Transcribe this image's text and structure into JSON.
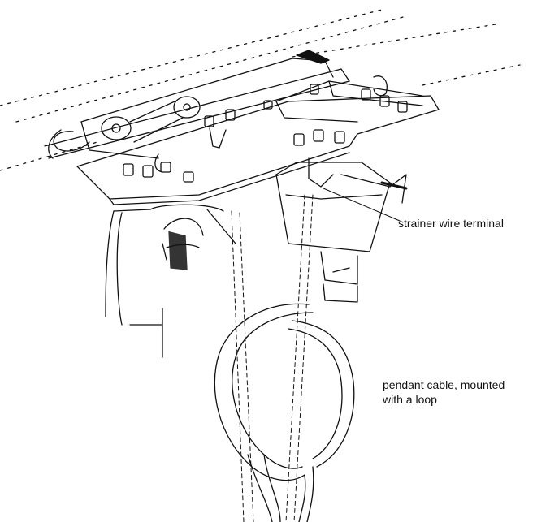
{
  "labels": {
    "strainer_wire_terminal": "strainer wire terminal",
    "pendant_cable_line1": "pendant cable, mounted",
    "pendant_cable_line2": "with a loop"
  },
  "colors": {
    "ink": "#111111",
    "background": "#ffffff"
  }
}
